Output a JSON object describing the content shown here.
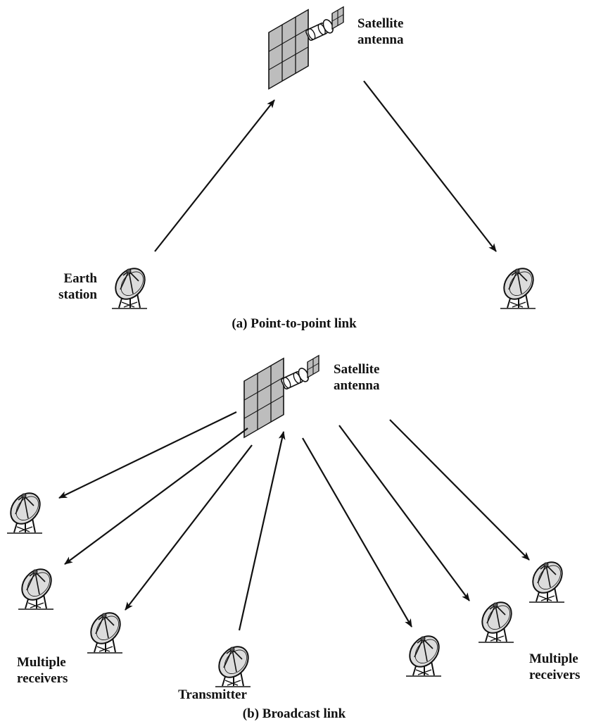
{
  "panel_a": {
    "satellite_label_line1": "Satellite",
    "satellite_label_line2": "antenna",
    "earth_station_line1": "Earth",
    "earth_station_line2": "station",
    "caption": "(a) Point-to-point link"
  },
  "panel_b": {
    "satellite_label_line1": "Satellite",
    "satellite_label_line2": "antenna",
    "receivers_left_line1": "Multiple",
    "receivers_left_line2": "receivers",
    "transmitter_label": "Transmitter",
    "receivers_right_line1": "Multiple",
    "receivers_right_line2": "receivers",
    "caption": "(b) Broadcast link"
  },
  "colors": {
    "ink": "#111111",
    "panel_fill": "#bdbdbd",
    "dish_fill": "#dcdcdc"
  }
}
